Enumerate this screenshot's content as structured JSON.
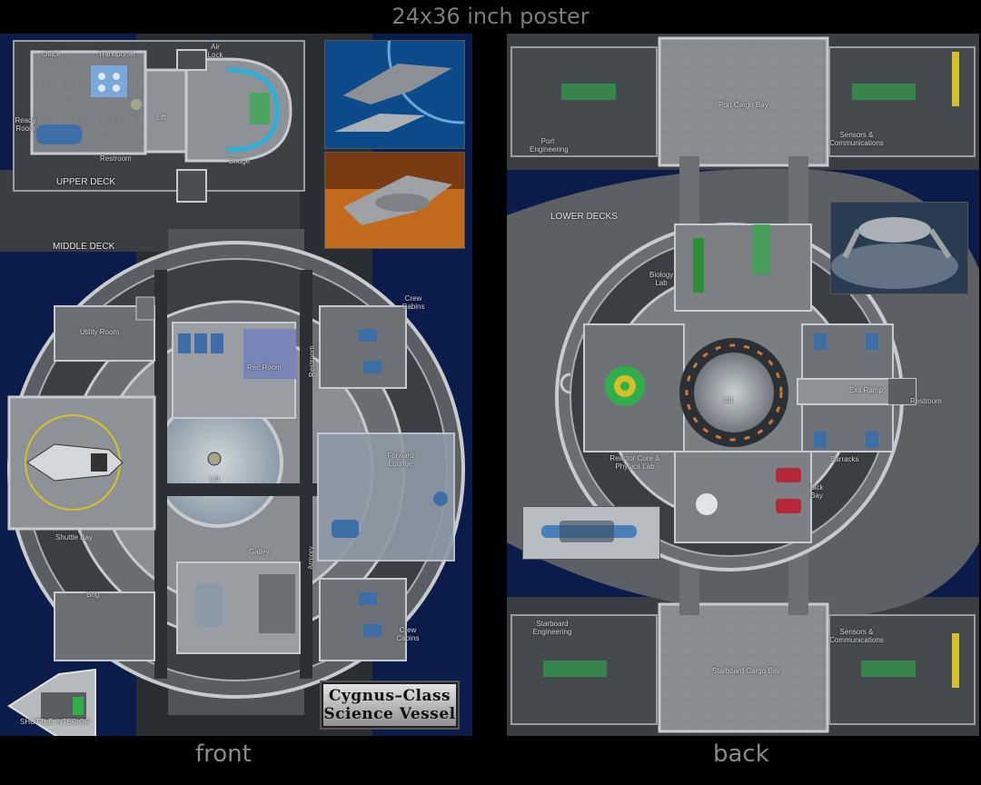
{
  "page": {
    "title": "24x36 inch poster",
    "front_label": "front",
    "back_label": "back"
  },
  "front": {
    "deck_upper": "UPPER DECK",
    "deck_middle": "MIDDLE DECK",
    "rooms": {
      "office": "Office",
      "transporter": "Transporter",
      "airlock": "Air Lock",
      "ready_room": "Ready Room",
      "lift_upper": "Lift",
      "restroom_upper": "Restroom",
      "bridge": "Bridge",
      "utility_room": "Utility Room",
      "crew_cabins_top": "Crew Cabins",
      "rec_room": "Rec Room",
      "restroom_mid": "Restroom",
      "forward_lounge": "Forward Lounge",
      "lift_mid": "Lift",
      "shuttle_bay": "Shuttle Bay",
      "galley": "Galley",
      "armory": "Armory",
      "brig": "Brig",
      "crew_cabins_bottom": "Crew Cabins",
      "shuttle_interior": "SHUTTLE INTERIOR"
    },
    "title_line1": "Cygnus–Class",
    "title_line2": "Science Vessel"
  },
  "back": {
    "deck_lower": "LOWER DECKS",
    "rooms": {
      "port_cargo": "Port Cargo Bay",
      "port_engineering": "Port Engineering",
      "sensors_top": "Sensors & Communications",
      "biology_lab": "Biology Lab",
      "exit_ramp": "Exit Ramp",
      "restroom": "Restroom",
      "lift": "Lift",
      "reactor_core": "Reactor Core & Physics Lab",
      "barracks": "Barracks",
      "sick_bay": "Sick Bay",
      "starboard_engineering": "Starboard Engineering",
      "sensors_bottom": "Sensors & Communications",
      "starboard_cargo": "Starboard Cargo Bay"
    }
  },
  "colors": {
    "hull": "#6f7377",
    "floor": "#8e9296",
    "wall": "#c8cbce",
    "space": "#0b1b4a",
    "screen": "#2fae4a"
  }
}
